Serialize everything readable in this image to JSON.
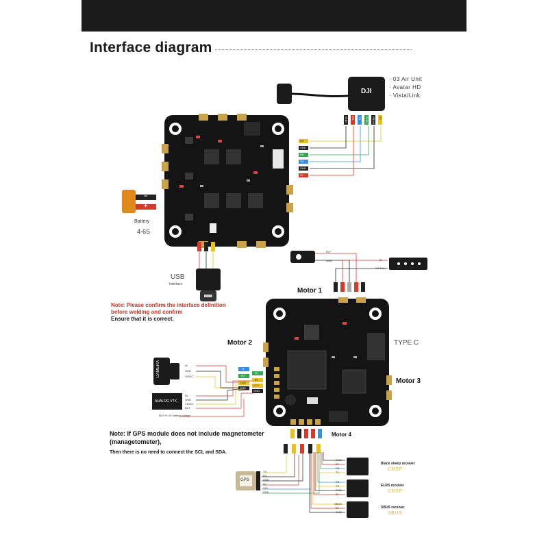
{
  "title": "Interface diagram",
  "dji_units": [
    "03 Air Unit",
    "Avatar HD",
    "Vista/Link"
  ],
  "dji_logo": "DJI",
  "dji_plug_pins": [
    "GND",
    "RX",
    "TX",
    "GND",
    "SBUS",
    "9V"
  ],
  "fc_top_pins": [
    "R2",
    "GND",
    "R6",
    "TX",
    "GND",
    "9V"
  ],
  "battery": {
    "label": "Battery",
    "cells": "4-6S",
    "minus": "−",
    "plus": "+"
  },
  "usb": {
    "label": "USB",
    "sub": "Interface"
  },
  "note_confirm": {
    "line1": "Note: Please confirm the interface definition",
    "line2": "before welding and confirm",
    "line3": "Ensure that it is correct."
  },
  "motors": {
    "m1": "Motor 1",
    "m2": "Motor 2",
    "m3": "Motor 3",
    "m4": "Motor 4"
  },
  "type_c": "TYPE C",
  "led_pins": [
    "R2+",
    "GND",
    "5v",
    "SIGNAL"
  ],
  "camera": {
    "label": "CAMERA",
    "pins": [
      "5v",
      "GND",
      "VIDEO"
    ]
  },
  "vtx": {
    "label": "ANALOG VTX",
    "pins": [
      "5v",
      "GND",
      "VIDEO",
      "BAT"
    ]
  },
  "fc_left_pins": [
    "T1",
    "R1",
    "R3",
    "5V",
    "CAM",
    "VTX",
    "GND",
    "GND"
  ],
  "bat_voltage_label": "BAT HI 4S battery voltage",
  "note_gps": {
    "line1": "Note: If GPS module does not include magnetometer",
    "line2": "(managetometer),",
    "line3": "Then there is no need to connect the SCL and SDA."
  },
  "gps": {
    "label": "GPS",
    "pins": [
      "TX",
      "RX",
      "GND",
      "5V",
      "SCL",
      "SDA"
    ]
  },
  "receivers": [
    {
      "name": "Black sheep receiver",
      "protocol": "CRSF",
      "pins": [
        "GND",
        "5V",
        "RX",
        "TX"
      ]
    },
    {
      "name": "ELRS receiver",
      "protocol": "CRSF",
      "pins": [
        "RX",
        "TX",
        "GND",
        "5V"
      ]
    },
    {
      "name": "SBUS receiver",
      "protocol": "SBUS",
      "pins": [
        "SBUS",
        "5V",
        "GND"
      ]
    }
  ],
  "colors": {
    "wire_red": "#d63a2a",
    "wire_yellow": "#e8c020",
    "wire_green": "#35a851",
    "wire_blue": "#3a8fd6",
    "wire_black": "#222222",
    "board": "#141414",
    "note_red": "#c0392b",
    "crsf": "#e2b04a"
  }
}
